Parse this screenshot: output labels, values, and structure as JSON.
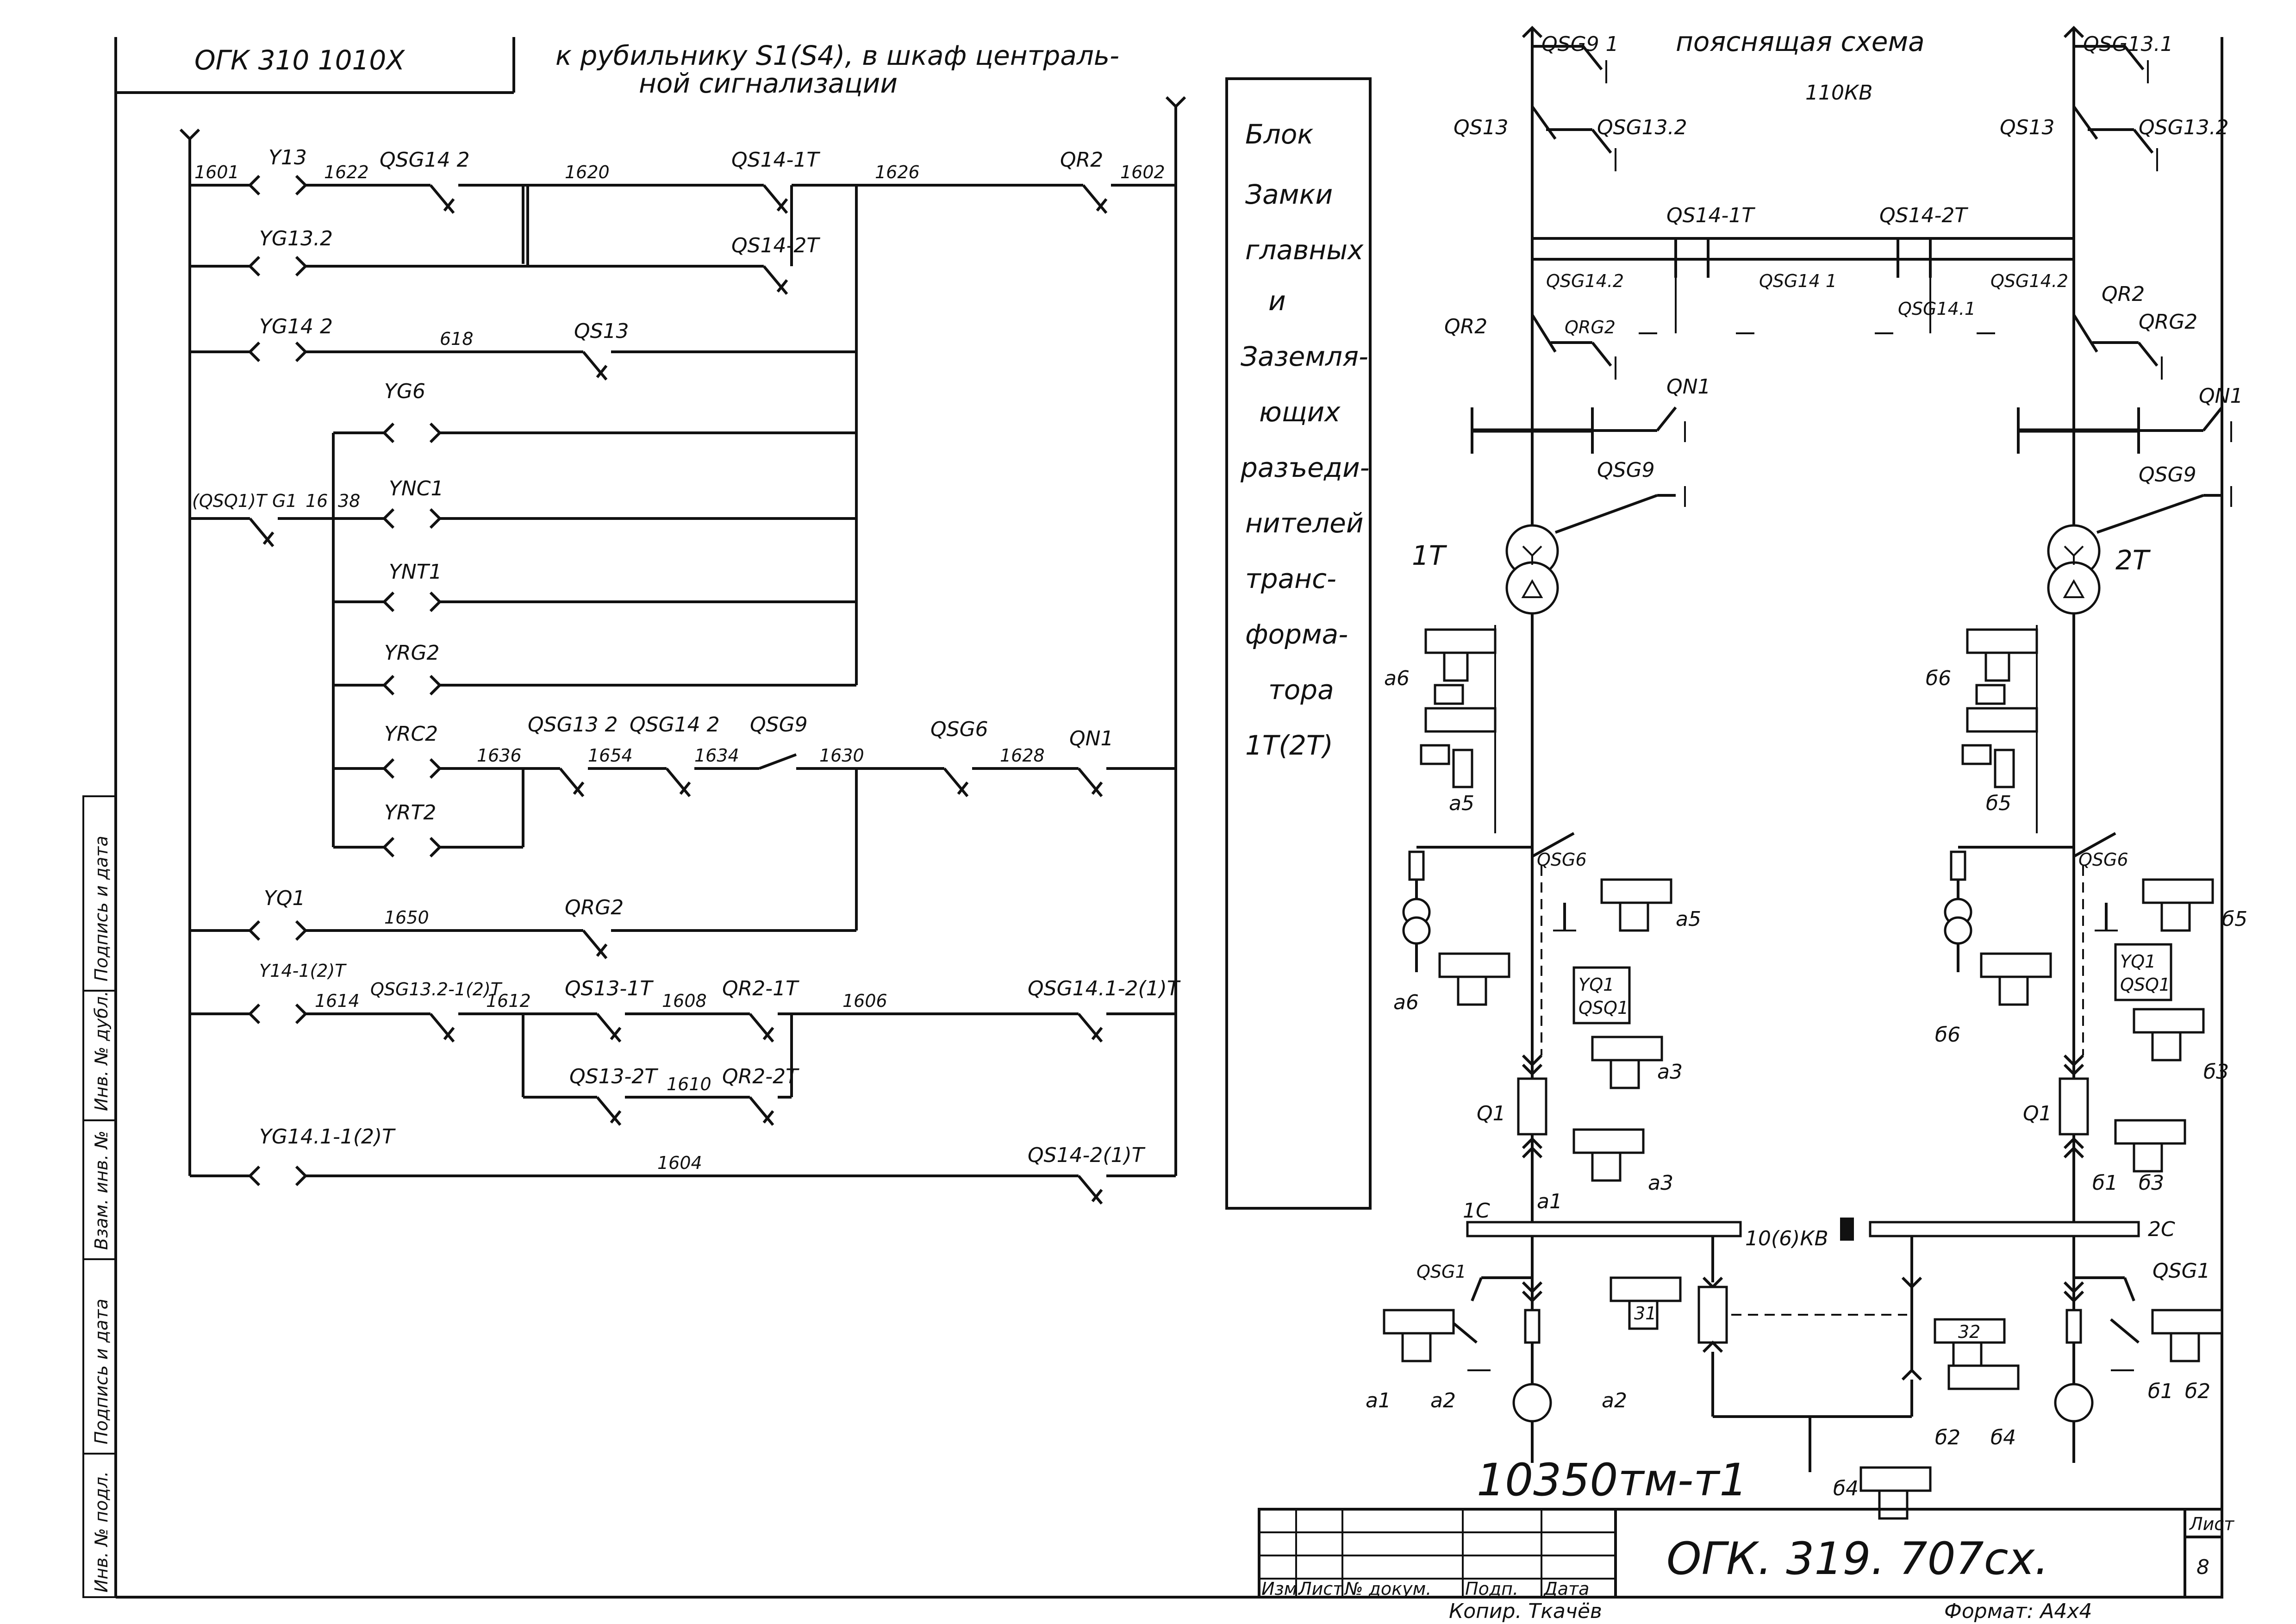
{
  "header": {
    "stamp": "ОГК 310 1010Х",
    "note_line1": "к рубильнику S1(S4), в шкаф централь-",
    "note_line2": "ной сигнализации"
  },
  "explanatory": {
    "title": "пояснящая схема",
    "subtitle": "110КВ"
  },
  "block_panel": {
    "lines": [
      "Блок",
      "Замки",
      "главных",
      "и",
      "Заземля-",
      "ющих",
      "разъеди-",
      "нителей",
      "транс-",
      "форма-",
      "тора",
      "1Т(2Т)"
    ]
  },
  "circuit_labels": {
    "wires": {
      "w1601": "1601",
      "w1622": "1622",
      "w1620": "1620",
      "w1626": "1626",
      "w1602": "1602",
      "w618": "618",
      "w1638": "38",
      "w1616": "16",
      "w1636": "1636",
      "w1654": "1654",
      "w1634": "1634",
      "w1630": "1630",
      "w1628": "1628",
      "w1650": "1650",
      "w1614": "1614",
      "w1612": "1612",
      "w1608": "1608",
      "w1606": "1606",
      "w1610": "1610",
      "w1604": "1604"
    },
    "coils": {
      "y13": "Y13",
      "yg132": "YG13.2",
      "yg142": "YG14 2",
      "yg6": "YG6",
      "ync1": "YNC1",
      "ynt1": "YNT1",
      "yrg2": "YRG2",
      "yrc2": "YRC2",
      "yrt2": "YRT2",
      "yq1": "YQ1",
      "y14": "Y14-1(2)Т",
      "yg141": "YG14.1-1(2)Т",
      "qsq1": "(QSQ1)Т G1"
    },
    "contacts": {
      "qsg142": "QSG14 2",
      "qs141t": "QS14-1Т",
      "qr2": "QR2",
      "qs142t": "QS14-2Т",
      "qs13": "QS13",
      "qsg132": "QSG13 2",
      "qsg142b": "QSG14 2",
      "qsg9": "QSG9",
      "qsg6": "QSG6",
      "qn1": "QN1",
      "qrg2": "QRG2",
      "qsg1321": "QSG13.2-1(2)Т",
      "qs131t": "QS13-1Т",
      "qr21t": "QR2-1Т",
      "qsg1412": "QSG14.1-2(1)Т",
      "qs132t": "QS13-2Т",
      "qr22t": "QR2-2Т",
      "qs1421": "QS14-2(1)Т"
    }
  },
  "scheme_labels": {
    "qsg91_l": "QSG9 1",
    "qsg131_r": "QSG13.1",
    "qs13_l": "QS13",
    "qsg132_l": "QSG13.2",
    "qs13_r": "QS13",
    "qsg132_r": "QSG13.2",
    "qs141t": "QS14-1Т",
    "qs142t": "QS14-2Т",
    "qsg142_l": "QSG14.2",
    "qsg141_l": "QSG14 1",
    "qsg141_r": "QSG14.1",
    "qsg142_r": "QSG14.2",
    "qr2_l": "QR2",
    "qrg2_l": "QRG2",
    "qr2_r": "QR2",
    "qrg2_r": "QRG2",
    "qn1_l": "QN1",
    "qn1_r": "QN1",
    "qsg9_l": "QSG9",
    "qsg9_r": "QSG9",
    "t1": "1Т",
    "t2": "2Т",
    "a6": "а6",
    "a5": "а5",
    "a5b": "а5",
    "a6b": "а6",
    "a3": "а3",
    "a3b": "а3",
    "a1": "а1",
    "a1b": "а1",
    "a2": "а2",
    "a2b": "а2",
    "b6": "б6",
    "b5": "б5",
    "b5b": "б5",
    "b6b": "б6",
    "b3": "б3",
    "b3b": "б3",
    "b1": "б1",
    "b1b": "б1",
    "b2": "б2",
    "b2b": "б2",
    "b4": "б4",
    "b4b": "б4",
    "qsg6_l": "QSG6",
    "qsg6_r": "QSG6",
    "yq1_l": "YQ1",
    "qsq1_l": "QSQ1",
    "yq1_r": "YQ1",
    "qsq1_r": "QSQ1",
    "q1_l": "Q1",
    "q1_r": "Q1",
    "bus1c": "1С",
    "bus2c": "2С",
    "busmid": "10(6)КВ",
    "qsg1_l": "QSG1",
    "qsg1_r": "QSG1",
    "key31": "31",
    "key32": "32"
  },
  "title_block": {
    "doc_number": "10350тм-т1",
    "drawing_code": "ОГК. 319. 707сх.",
    "sheet_label": "Лист",
    "sheet_number": "8",
    "format": "Формат: А4х4",
    "copied": "Копир. Ткачёв",
    "cols": [
      "Изм.",
      "Лист",
      "№ докум.",
      "Подп.",
      "Дата"
    ]
  },
  "side_stamp": {
    "cells": [
      "Инв. № подл.",
      "Подпись и дата",
      "Взам. инв. №",
      "Инв. № дубл.",
      "Подпись и дата"
    ]
  }
}
